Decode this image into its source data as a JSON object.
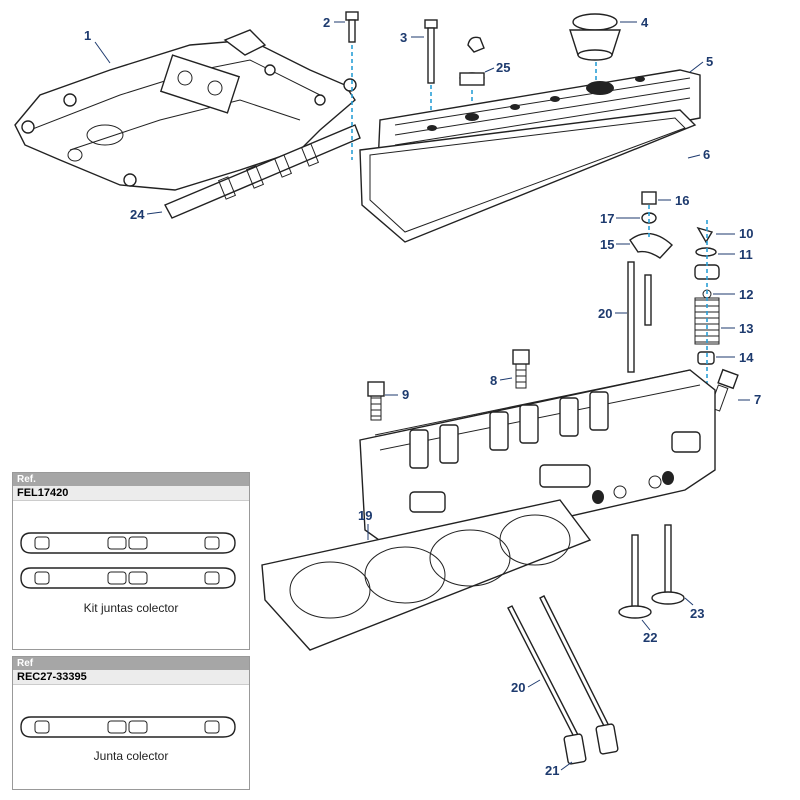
{
  "callouts": {
    "c1": "1",
    "c2": "2",
    "c3": "3",
    "c4": "4",
    "c5": "5",
    "c6": "6",
    "c7": "7",
    "c8": "8",
    "c9": "9",
    "c10": "10",
    "c11": "11",
    "c12": "12",
    "c13": "13",
    "c14": "14",
    "c15": "15",
    "c16": "16",
    "c17": "17",
    "c19": "19",
    "c20a": "20",
    "c20b": "20",
    "c21": "21",
    "c22": "22",
    "c23": "23",
    "c24": "24",
    "c25": "25"
  },
  "ref_boxes": [
    {
      "header": "Ref.",
      "code": "FEL17420",
      "caption": "Kit juntas colector"
    },
    {
      "header": "Ref",
      "code": "REC27-33395",
      "caption": "Junta colector"
    }
  ],
  "colors": {
    "callout_text": "#1d3a6e",
    "dashed_leader": "#2a9fd6",
    "ref_header": "#a6a6a6"
  }
}
